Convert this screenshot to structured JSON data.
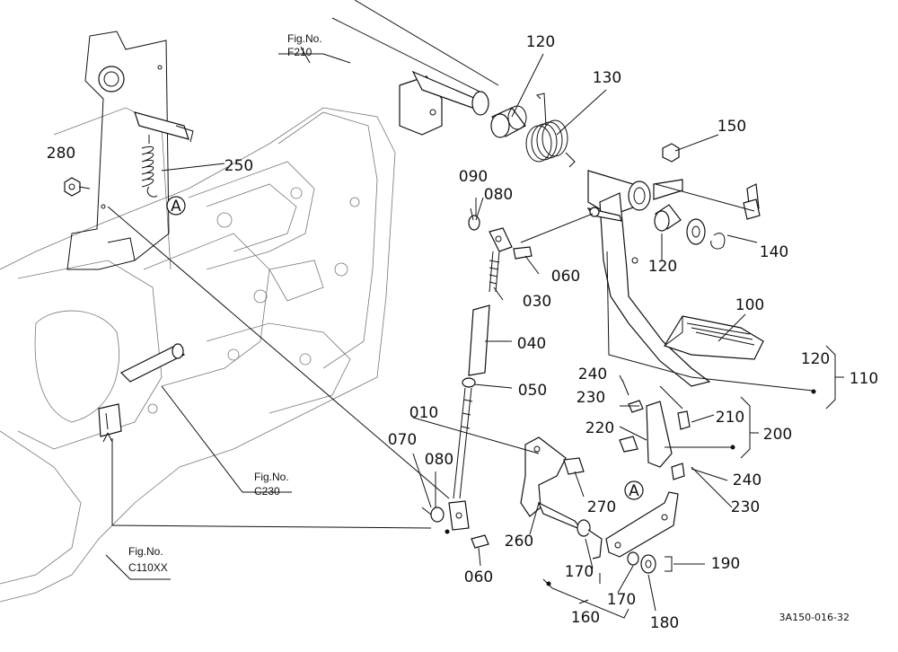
{
  "figure_refs": [
    {
      "label": "Fig.No.",
      "code": "F210"
    },
    {
      "label": "Fig.No.",
      "code": "C230"
    },
    {
      "label": "Fig.No.",
      "code": "C110XX"
    }
  ],
  "callouts": {
    "p010": "010",
    "p030": "030",
    "p040": "040",
    "p050": "050",
    "p060a": "060",
    "p060b": "060",
    "p070": "070",
    "p080a": "080",
    "p080b": "080",
    "p090": "090",
    "p100": "100",
    "p110": "110",
    "p120a": "120",
    "p120b": "120",
    "p120c": "120",
    "p130": "130",
    "p140": "140",
    "p150": "150",
    "p160": "160",
    "p170a": "170",
    "p170b": "170",
    "p180": "180",
    "p190": "190",
    "p200": "200",
    "p210": "210",
    "p220": "220",
    "p230a": "230",
    "p230b": "230",
    "p240a": "240",
    "p240b": "240",
    "p250": "250",
    "p260": "260",
    "p270": "270",
    "p280": "280"
  },
  "markers": {
    "a1": "A",
    "a2": "A"
  },
  "drawing_code": "3A150-016-32"
}
